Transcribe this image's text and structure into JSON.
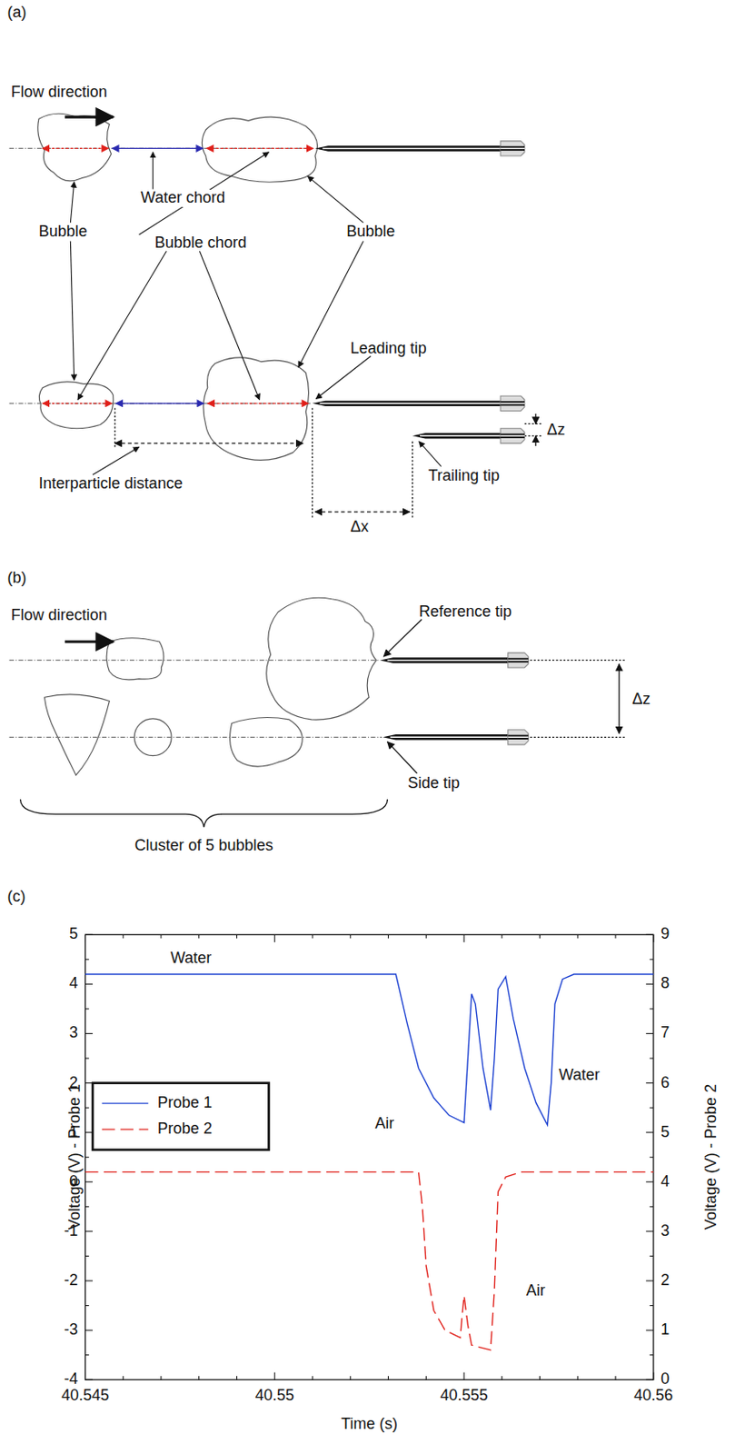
{
  "diagram": {
    "labels": [
      "(a)",
      "Flow direction",
      "Water chord",
      "Bubble chord",
      "Bubble",
      "Bubble",
      "Leading tip",
      "Δz",
      "Trailing tip",
      "Interparticle distance",
      "Δx",
      "(b)",
      "Flow direction",
      "Reference tip",
      "Δz",
      "Side tip",
      "Cluster of 5 bubbles",
      "(c)",
      "5",
      "4",
      "3",
      "2",
      "1",
      "0",
      "-1",
      "-2",
      "-3",
      "-4",
      "9",
      "8",
      "7",
      "6",
      "5",
      "4",
      "3",
      "2",
      "1",
      "0",
      "40.545",
      "40.55",
      "40.555",
      "40.56",
      "Voltage (V) - Probe 1",
      "Voltage (V) - Probe 2",
      "Time (s)",
      "Water",
      "Air",
      "Water",
      "Air"
    ],
    "legend": [
      {
        "text": "Probe 1"
      },
      {
        "text": "Probe 2"
      }
    ]
  }
}
